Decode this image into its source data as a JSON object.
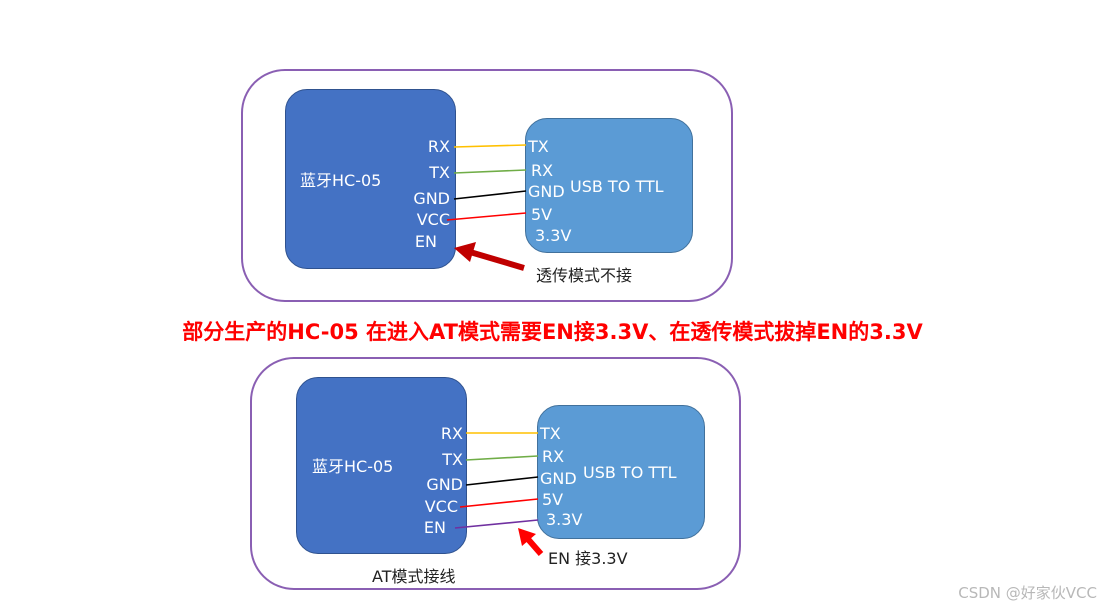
{
  "top_diagram": {
    "hc_module": "蓝牙HC-05",
    "hc_pins": [
      "RX",
      "TX",
      "GND",
      "VCC",
      "EN"
    ],
    "usb_module": "USB TO TTL",
    "usb_pins": [
      "TX",
      "RX",
      "GND",
      "5V",
      "3.3V"
    ],
    "annotation": "透传模式不接"
  },
  "headline": "部分生产的HC-05 在进入AT模式需要EN接3.3V、在透传模式拔掉EN的3.3V",
  "bottom_diagram": {
    "hc_module": "蓝牙HC-05",
    "hc_pins": [
      "RX",
      "TX",
      "GND",
      "VCC",
      "EN"
    ],
    "usb_module": "USB TO TTL",
    "usb_pins": [
      "TX",
      "RX",
      "GND",
      "5V",
      "3.3V"
    ],
    "annotation": "EN 接3.3V",
    "caption": "AT模式接线"
  },
  "colors": {
    "frame": "#8a5fb3",
    "hc_module": "#4472c4",
    "usb_module": "#5b9bd5",
    "wire_rx_tx": "#ffc000",
    "wire_tx_rx": "#70ad47",
    "wire_gnd": "#000000",
    "wire_vcc": "#ff0000",
    "wire_en": "#7030a0",
    "arrow": "#c00000",
    "headline": "#ff0000"
  },
  "watermark": "CSDN @好家伙VCC"
}
